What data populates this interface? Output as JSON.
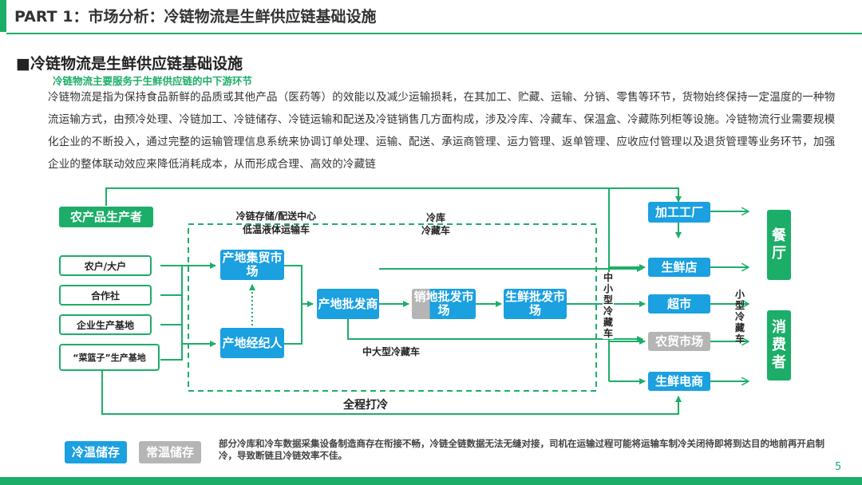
{
  "header": {
    "title": "PART 1：市场分析：冷链物流是生鲜供应链基础设施"
  },
  "section": {
    "title": "■冷链物流是生鲜供应链基础设施",
    "subtitle": "冷链物流主要服务于生鲜供应链的中下游环节",
    "body": "冷链物流是指为保持食品新鲜的品质或其他产品（医药等）的效能以及减少运输损耗，在其加工、贮藏、运输、分销、零售等环节，货物始终保持一定温度的一种物流运输方式，由预冷处理、冷链加工、冷链储存、冷链运输和配送及冷链销售几方面构成，涉及冷库、冷藏车、保温盒、冷藏陈列柜等设施。冷链物流行业需要规模化企业的不断投入，通过完整的运输管理信息系统来协调订单处理、运输、配送、承运商管理、运力管理、返单管理、应收应付管理以及退货管理等业务环节，加强企业的整体联动效应来降低消耗成本，从而形成合理、高效的冷藏链"
  },
  "diagram": {
    "producer": "农产品生产者",
    "producer_types": [
      "农户/大户",
      "合作社",
      "企业生产基地",
      "“菜篮子”生产基地"
    ],
    "origin_market": "产地集贸市场",
    "origin_broker": "产地经纪人",
    "origin_wholesale": "产地批发商",
    "sales_wholesale_market": "销地批发市场",
    "fresh_wholesaler": "生鲜批发市场",
    "processing_plant": "加工工厂",
    "outlets": [
      "生鲜店",
      "超市",
      "农贸市场",
      "生鲜电商"
    ],
    "restaurant": "餐厅",
    "consumer": "消费者",
    "label_storage_center": "冷链存储/配送中心",
    "label_low_temp_truck": "低温液体运输车",
    "label_cold_storage": "冷库",
    "label_reefer_truck": "冷藏车",
    "label_mid_large_truck": "中大型冷藏车",
    "label_mid_small_truck": "中小型冷藏车",
    "label_small_truck": "小型冷藏车",
    "label_full_chain": "全程打冷"
  },
  "legend": {
    "cold_storage": "冷温储存",
    "normal_storage": "常温储存",
    "note": "部分冷库和冷车数据采集设备制造商存在衔接不畅，冷链全链数据无法无缝对接，司机在运输过程可能将运输车制冷关闭待即将到达目的地前再开启制冷，导致断链且冷链效率不佳。"
  },
  "colors": {
    "green": "#1cae68",
    "blue": "#1ba0e0",
    "gray": "#b5b5b5"
  },
  "page_number": "5"
}
